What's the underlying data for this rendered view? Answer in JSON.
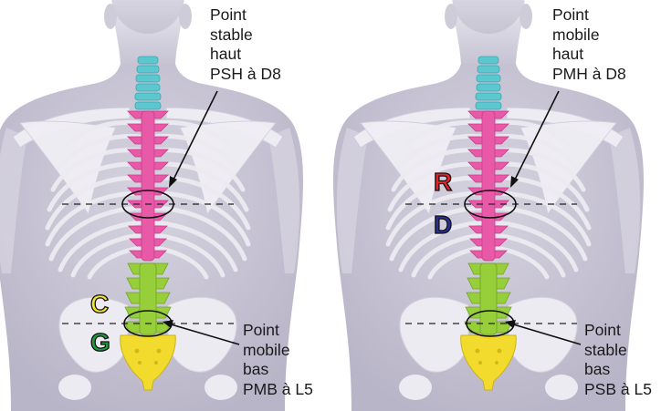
{
  "left_panel": {
    "upper_caption": [
      "Point",
      "stable",
      "haut",
      "PSH à D8"
    ],
    "lower_caption": [
      "Point",
      "mobile",
      "bas",
      "PMB à L5"
    ],
    "badges": [
      {
        "text": "C",
        "color": "#f5e629"
      },
      {
        "text": "G",
        "color": "#1e9a3c"
      }
    ]
  },
  "right_panel": {
    "upper_caption": [
      "Point",
      "mobile",
      "haut",
      "PMH à D8"
    ],
    "lower_caption": [
      "Point",
      "stable",
      "bas",
      "PSB à L5"
    ],
    "badges": [
      {
        "text": "R",
        "color": "#e3222b"
      },
      {
        "text": "D",
        "color": "#2b2f8f"
      }
    ]
  },
  "colors": {
    "cervical": "#58c6cf",
    "thoracic": "#e85aa8",
    "lumbar": "#97cf3a",
    "sacrum": "#f2db2c",
    "body": "#c8c4d4",
    "bone": "#eceaf2"
  }
}
